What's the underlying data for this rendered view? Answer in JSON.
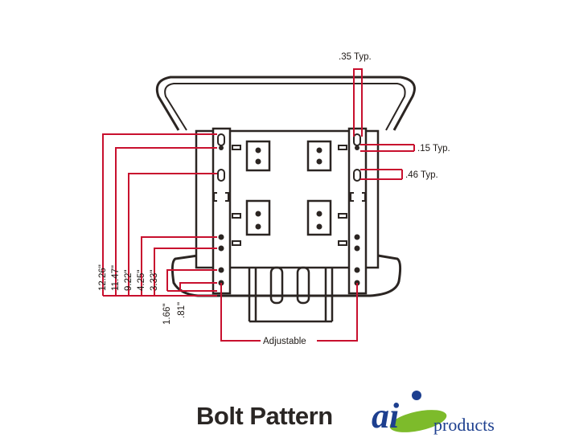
{
  "labels": {
    "typ_035": ".35 Typ.",
    "typ_015": ".15 Typ.",
    "typ_046": ".46 Typ.",
    "adjustable": "Adjustable"
  },
  "dimensions": [
    "12.26\"",
    "11.47\"",
    "9.22\"",
    "4.25\"",
    "3.33\""
  ],
  "small_dimensions": [
    "1.66\"",
    ".81\""
  ],
  "caption": "Bolt Pattern",
  "logo": {
    "word": "products",
    "letters": "ai"
  },
  "colors": {
    "accent": "#c8102e",
    "line": "#2b2522",
    "logo_blue": "#1d3f8f",
    "logo_green": "#7dbb2b"
  }
}
